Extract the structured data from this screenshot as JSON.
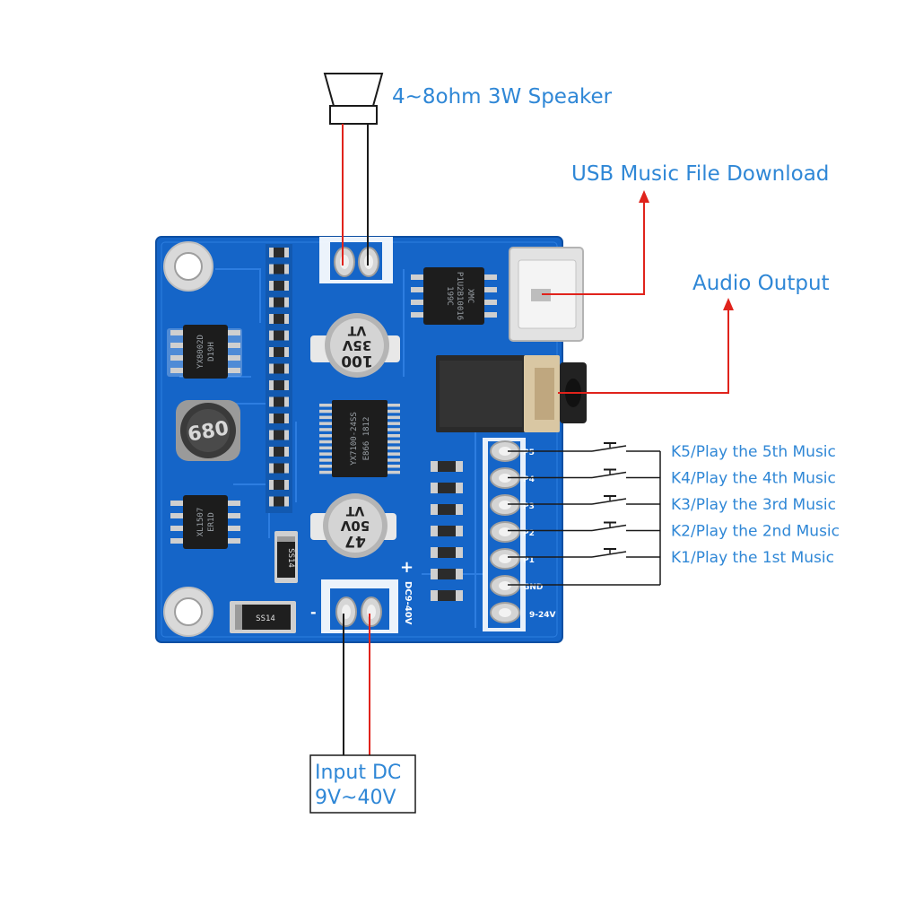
{
  "labels": {
    "speaker": "4~8ohm 3W Speaker",
    "usb": "USB Music File Download",
    "audio_output": "Audio Output",
    "input_dc_line1": "Input DC",
    "input_dc_line2": "9V~40V"
  },
  "keys": [
    {
      "label": "K5/Play the 5th Music",
      "pin": "P5"
    },
    {
      "label": "K4/Play the 4th Music",
      "pin": "P4"
    },
    {
      "label": "K3/Play the 3rd Music",
      "pin": "P3"
    },
    {
      "label": "K2/Play the 2nd Music",
      "pin": "P2"
    },
    {
      "label": "K1/Play the 1st Music",
      "pin": "P1"
    }
  ],
  "board": {
    "main_chip": [
      "YX7100-24SS",
      "E866   1812"
    ],
    "flash_chip": [
      "XMC",
      "P1U2B10016",
      "199C"
    ],
    "cap_top": [
      "100",
      "35V",
      "VT"
    ],
    "cap_bottom": [
      "47",
      "50V",
      "VT"
    ],
    "inductor": "680",
    "diode_1": "SS14",
    "diode_2": "SS14",
    "ic_left_top": [
      "YX8002D",
      "D19H"
    ],
    "ic_left_bottom": [
      "XL1507",
      "ER1D"
    ],
    "pin_gnd": "GND",
    "pin_power": "9-24V",
    "power_silk": "DC9-40V",
    "plus_mark": "+",
    "minus_mark": "-"
  },
  "colors": {
    "board": "#1565c8",
    "label": "#2f87d6",
    "wire_red": "#e0231c",
    "wire_black": "#1a1a1a"
  }
}
